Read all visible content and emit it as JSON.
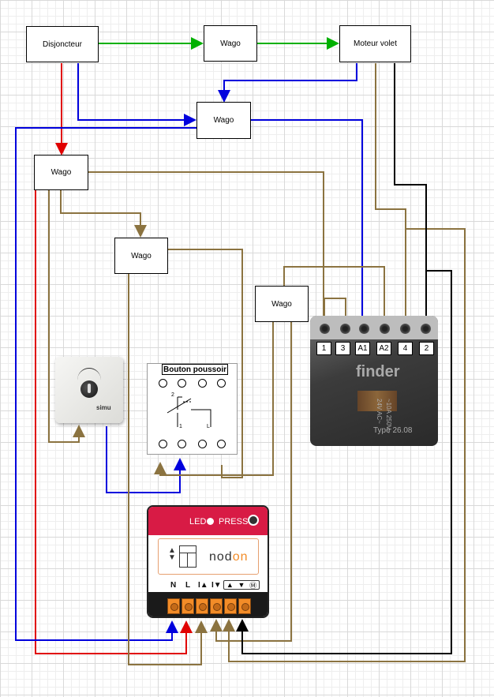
{
  "boxes": {
    "disjoncteur": "Disjoncteur",
    "wago_top": "Wago",
    "moteur_volet": "Moteur volet",
    "wago_mid": "Wago",
    "wago_left": "Wago",
    "wago_center": "Wago",
    "wago_right": "Wago"
  },
  "relay": {
    "terminals": [
      "1",
      "3",
      "A1",
      "A2",
      "4",
      "2"
    ],
    "brand": "finder",
    "spec_line1": "~10A 250V~",
    "spec_line2": "24V AC~",
    "type": "Type 26.08"
  },
  "simu": {
    "brand": "simu"
  },
  "pushbutton": {
    "title": "Bouton poussoir",
    "mark_2": "2",
    "mark_1": "1",
    "mark_l": "L"
  },
  "nodon": {
    "led": "LED",
    "press": "PRESS",
    "logo_prefix": "nod",
    "logo_suffix": "on",
    "terminals": [
      "N",
      "L",
      "I▲",
      "I▼"
    ],
    "motor_labels": [
      "▲",
      "▼",
      "Ⓜ"
    ]
  },
  "colors": {
    "phase": "#e00000",
    "neutral": "#0000dd",
    "command": "#00b000",
    "control": "#8b7340",
    "motor": "#000000"
  }
}
